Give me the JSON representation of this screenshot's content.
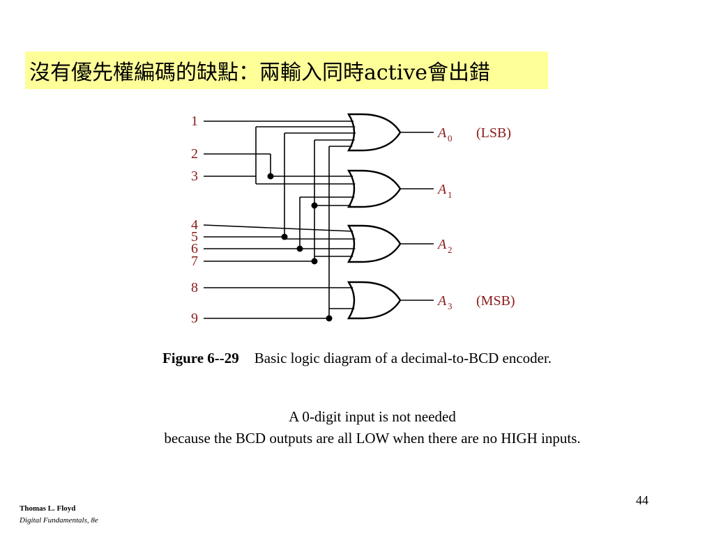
{
  "slide": {
    "title": "沒有優先權編碼的缺點：兩輸入同時active會出錯",
    "page_number": "44"
  },
  "figure": {
    "number": "Figure 6--29",
    "caption": "Basic logic diagram of a decimal-to-BCD encoder.",
    "inputs": [
      "1",
      "2",
      "3",
      "4",
      "5",
      "6",
      "7",
      "8",
      "9"
    ],
    "outputs": [
      {
        "name": "A",
        "sub": "0",
        "tag": "(LSB)"
      },
      {
        "name": "A",
        "sub": "1",
        "tag": ""
      },
      {
        "name": "A",
        "sub": "2",
        "tag": ""
      },
      {
        "name": "A",
        "sub": "3",
        "tag": "(MSB)"
      }
    ],
    "gate_type": "OR"
  },
  "note": {
    "line1": "A 0-digit input is not needed",
    "line2": "because the BCD outputs are all LOW when there are no HIGH inputs."
  },
  "footer": {
    "author": "Thomas L. Floyd",
    "book": "Digital Fundamentals, 8e"
  },
  "colors": {
    "title_background": "#ffff99",
    "label_color": "#8b1a1a",
    "wire_color": "#000000"
  }
}
